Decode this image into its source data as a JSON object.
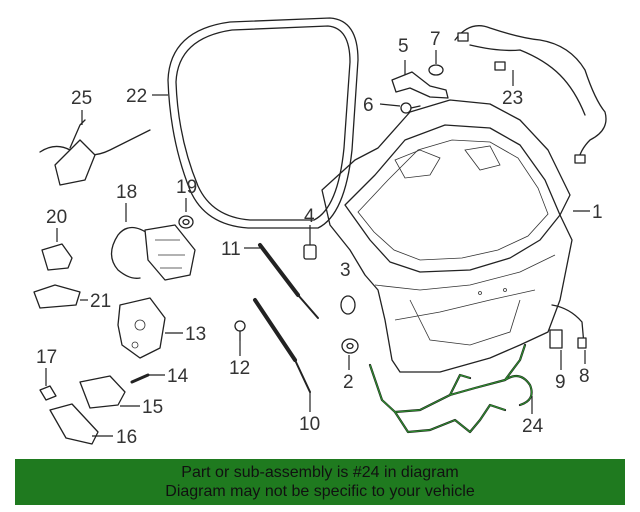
{
  "callouts": [
    {
      "id": "c1",
      "label": "1"
    },
    {
      "id": "c2",
      "label": "2"
    },
    {
      "id": "c3",
      "label": "3"
    },
    {
      "id": "c4",
      "label": "4"
    },
    {
      "id": "c5",
      "label": "5"
    },
    {
      "id": "c6",
      "label": "6"
    },
    {
      "id": "c7",
      "label": "7"
    },
    {
      "id": "c8",
      "label": "8"
    },
    {
      "id": "c9",
      "label": "9"
    },
    {
      "id": "c10",
      "label": "10"
    },
    {
      "id": "c11",
      "label": "11"
    },
    {
      "id": "c12",
      "label": "12"
    },
    {
      "id": "c13",
      "label": "13"
    },
    {
      "id": "c14",
      "label": "14"
    },
    {
      "id": "c15",
      "label": "15"
    },
    {
      "id": "c16",
      "label": "16"
    },
    {
      "id": "c17",
      "label": "17"
    },
    {
      "id": "c18",
      "label": "18"
    },
    {
      "id": "c19",
      "label": "19"
    },
    {
      "id": "c20",
      "label": "20"
    },
    {
      "id": "c21",
      "label": "21"
    },
    {
      "id": "c22",
      "label": "22"
    },
    {
      "id": "c23",
      "label": "23"
    },
    {
      "id": "c24",
      "label": "24"
    },
    {
      "id": "c25",
      "label": "25"
    }
  ],
  "highlight_color": "#2e8b2e",
  "banner": {
    "line1": "Part or sub-assembly is #24 in diagram",
    "line2": "Diagram may not be specific to your vehicle",
    "background": "#1f7a1f"
  }
}
